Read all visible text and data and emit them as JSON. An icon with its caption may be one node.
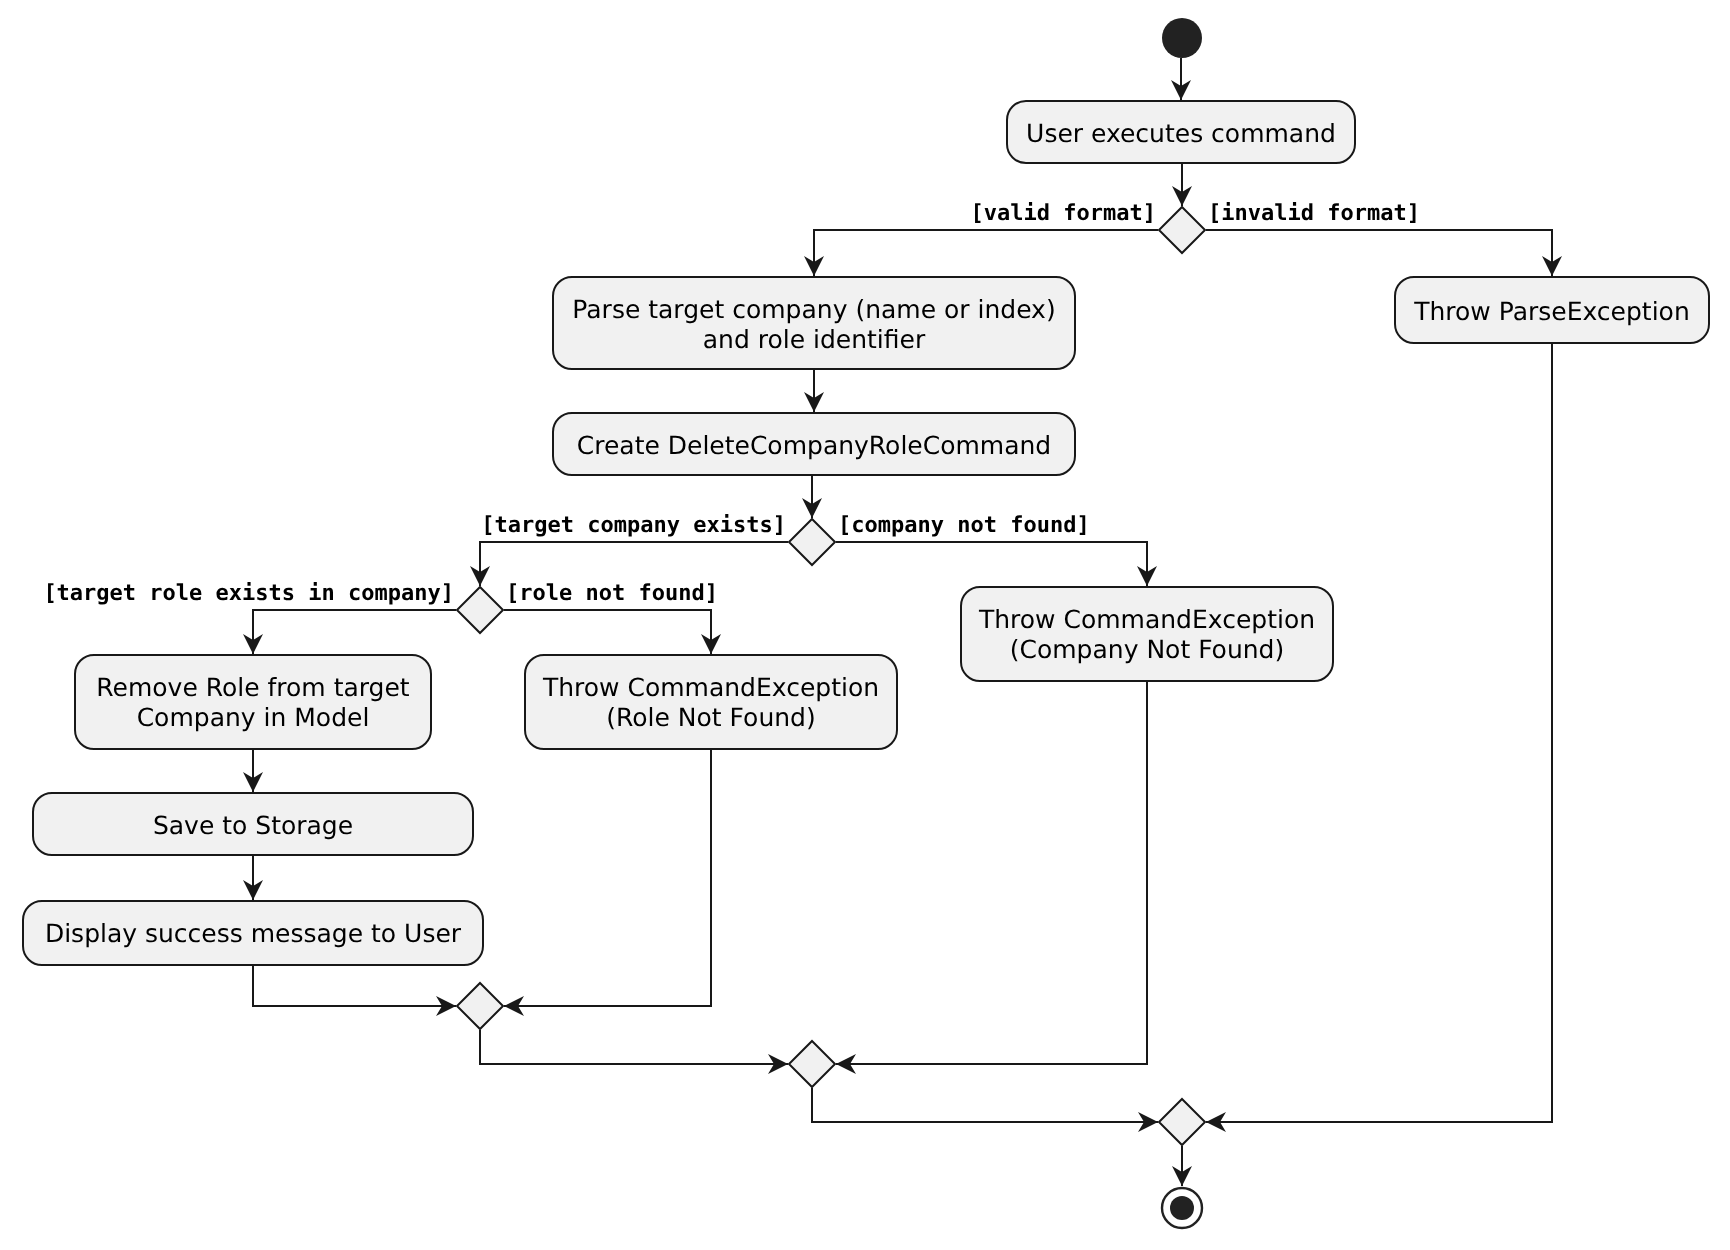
{
  "diagram": {
    "nodes": [
      {
        "text": [],
        "shape": "circle"
      },
      {
        "text": [
          "User executes command"
        ]
      },
      {
        "text": [],
        "shape": "diamond"
      },
      {
        "text": [
          "Parse target company (name or index) and role identifier"
        ]
      },
      {
        "text": [
          "Throw ParseException"
        ]
      },
      {
        "text": [
          "Create DeleteCompanyRoleCommand"
        ]
      },
      {
        "text": [],
        "shape": "diamond"
      },
      {
        "text": [],
        "shape": "diamond"
      },
      {
        "text": [
          "Throw CommandException (Company Not Found)"
        ]
      },
      {
        "text": [
          "Remove Role from target Company in Model"
        ]
      },
      {
        "text": [
          "Throw CommandException (Role Not Found)"
        ]
      },
      {
        "text": [
          "Save to Storage"
        ]
      },
      {
        "text": [
          "Display success message to User"
        ]
      },
      {
        "text": [],
        "shape": "diamond"
      },
      {
        "text": [],
        "shape": "diamond"
      },
      {
        "text": [],
        "shape": "diamond"
      },
      {
        "text": [],
        "shape": "circle"
      }
    ],
    "edges": [
      {
        "from": 0,
        "to": 1,
        "arrow": "to"
      },
      {
        "from": 1,
        "to": 2,
        "arrow": "to"
      },
      {
        "from": 2,
        "to": 3,
        "arrow": "to",
        "label": "[valid format]"
      },
      {
        "from": 2,
        "to": 4,
        "arrow": "to",
        "label": "[invalid format]"
      },
      {
        "from": 3,
        "to": 5,
        "arrow": "to"
      },
      {
        "from": 5,
        "to": 6,
        "arrow": "to"
      },
      {
        "from": 6,
        "to": 7,
        "arrow": "to",
        "label": "[target company exists]"
      },
      {
        "from": 6,
        "to": 8,
        "arrow": "to",
        "label": "[company not found]"
      },
      {
        "from": 7,
        "to": 9,
        "arrow": "to",
        "label": "[target role exists in company]"
      },
      {
        "from": 7,
        "to": 10,
        "arrow": "to",
        "label": "[role not found]"
      },
      {
        "from": 9,
        "to": 11,
        "arrow": "to"
      },
      {
        "from": 11,
        "to": 12,
        "arrow": "to"
      },
      {
        "from": 12,
        "to": 13,
        "arrow": "to"
      },
      {
        "from": 10,
        "to": 13,
        "arrow": "to"
      },
      {
        "from": 13,
        "to": 14,
        "arrow": "to"
      },
      {
        "from": 8,
        "to": 14,
        "arrow": "to"
      },
      {
        "from": 14,
        "to": 15,
        "arrow": "to"
      },
      {
        "from": 4,
        "to": 15,
        "arrow": "to"
      },
      {
        "from": 15,
        "to": 16,
        "arrow": "to"
      }
    ]
  }
}
